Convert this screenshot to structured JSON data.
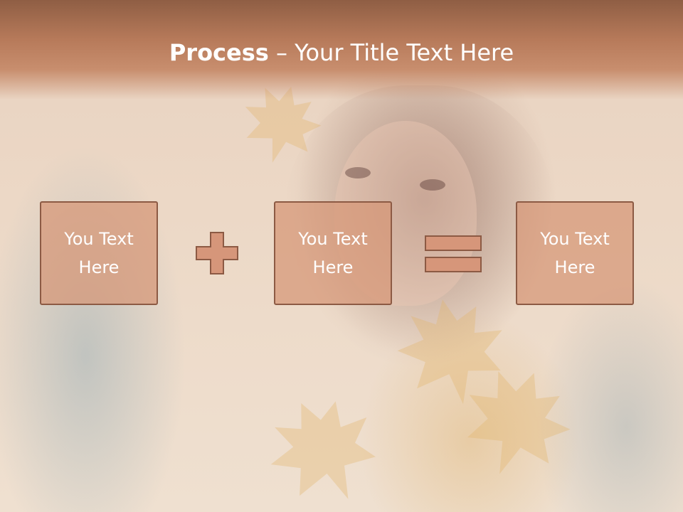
{
  "slide": {
    "title_bold": "Process",
    "title_rest": " – Your Title Text Here",
    "header_color": "#b77a5a",
    "shape_fill": "#d6967a",
    "shape_border": "#8c5a44",
    "background_image": "autumn portrait with maple leaves (faded)"
  },
  "process": {
    "step1": "You Text Here",
    "operator1_icon": "plus-icon",
    "step2": "You Text Here",
    "operator2_icon": "equals-icon",
    "result": "You Text Here"
  }
}
